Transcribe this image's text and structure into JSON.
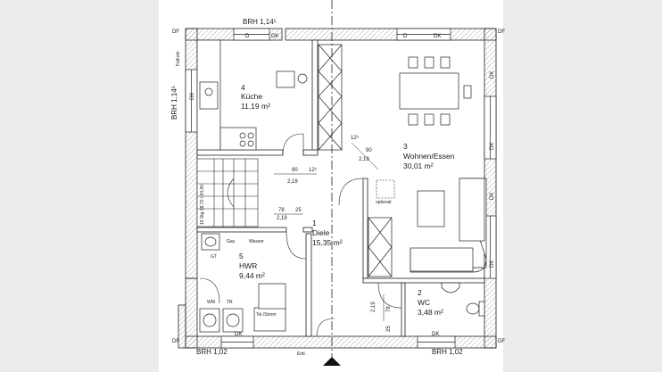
{
  "rooms": [
    {
      "number": "1",
      "name": "Diele",
      "area": "15,35 m²"
    },
    {
      "number": "2",
      "name": "WC",
      "area": "3,48 m²"
    },
    {
      "number": "3",
      "name": "Wohnen/Essen",
      "area": "30,01 m²"
    },
    {
      "number": "4",
      "name": "Küche",
      "area": "11,19 m²"
    },
    {
      "number": "5",
      "name": "HWR",
      "area": "9,44 m²"
    }
  ],
  "brh": {
    "top": "BRH 1,14⁵",
    "left": "BRH 1,14⁵",
    "bottom_left": "BRH 1,02",
    "bottom_right": "BRH 1,02"
  },
  "window_marks": {
    "d": "D",
    "dk": "DK",
    "df": "DF",
    "fallrohr": "Fallrohr"
  },
  "dims": {
    "d90": "90",
    "d12_5": "12⁵",
    "d2_19": "2,19",
    "d78": "78",
    "d25": "25"
  },
  "stairs": {
    "label": "15 Stg.18,70 / 24,00"
  },
  "utilities": {
    "gas": "Gas",
    "wasser": "Wasser",
    "gt": "GT",
    "wm": "WM",
    "tr": "TR",
    "tel_strom": "Tel./Strom"
  },
  "fireplace": {
    "note": "optional"
  },
  "entrance": {
    "label": "Entl."
  }
}
